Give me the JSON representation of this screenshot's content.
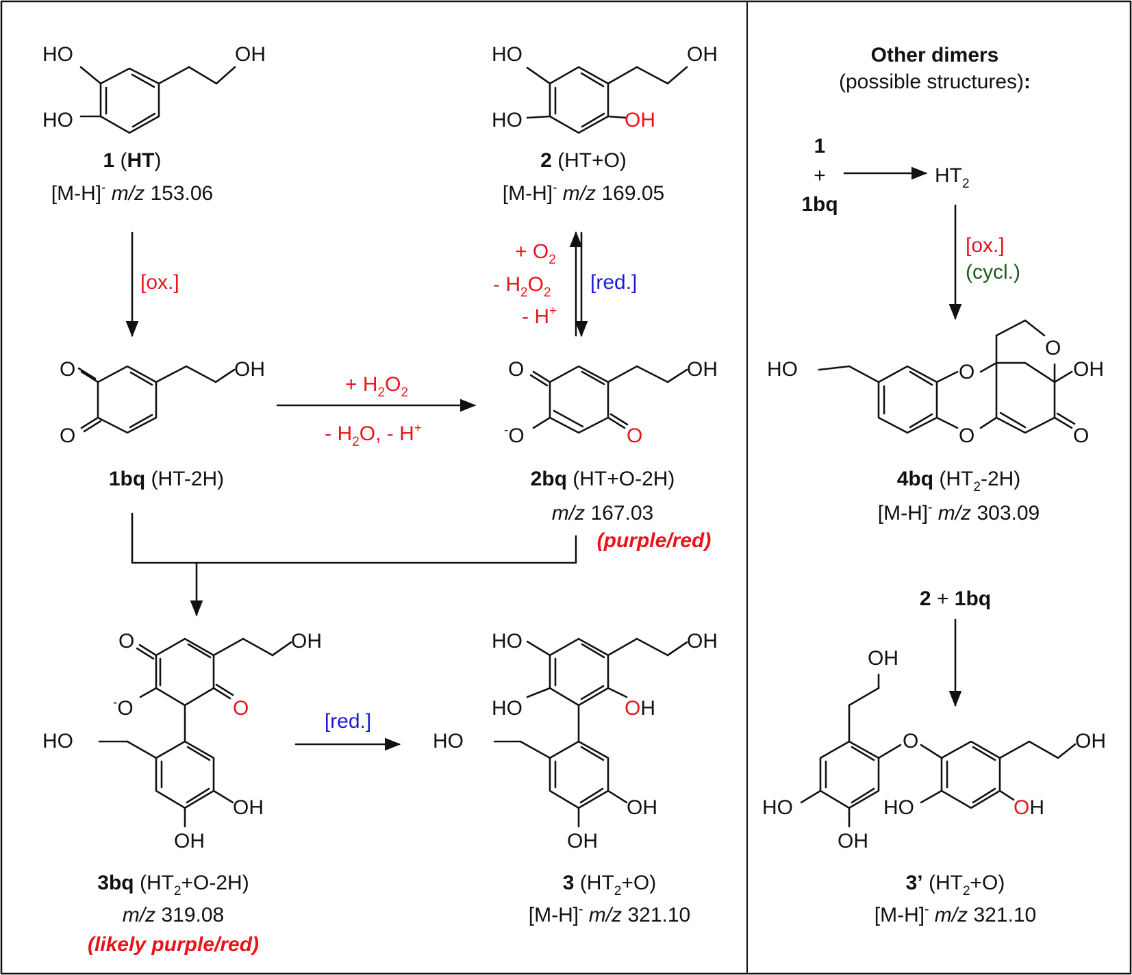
{
  "panel_right": {
    "heading": "Other dimers",
    "subheading": "(possible structures)",
    "colon": ":"
  },
  "reagents": {
    "ox": "[ox.]",
    "red": "[red.]",
    "cycl": "(cycl.)",
    "plus": "+",
    "plus_o2": "+ O",
    "minus_h2o2": "- H",
    "minus_h": "- H",
    "plus_h2o2": "+ H",
    "minus_h2o": "- H",
    "h2o_tail": "O, - H",
    "sub2": "2",
    "sup_plus": "+",
    "sup_minus": "-"
  },
  "compounds": {
    "c1": {
      "id": "1",
      "name": "HT",
      "ion": "[M-H]",
      "mz_label": "m/z",
      "mz": "153.06"
    },
    "c2": {
      "id": "2",
      "name": "(HT+O)",
      "ion": "[M-H]",
      "mz_label": "m/z",
      "mz": "169.05"
    },
    "c1bq": {
      "id": "1bq",
      "name": "(HT-2H)"
    },
    "c2bq": {
      "id": "2bq",
      "name": "(HT+O-2H)",
      "mz_label": "m/z",
      "mz": "167.03",
      "color_note": "(purple/red)"
    },
    "c3bq": {
      "id": "3bq",
      "name_pre": "(HT",
      "name_post": "+O-2H)",
      "mz_label": "m/z",
      "mz": "319.08",
      "color_note": "(likely purple/red)"
    },
    "c3": {
      "id": "3",
      "name_pre": "(HT",
      "name_post": "+O)",
      "ion": "[M-H]",
      "mz_label": "m/z",
      "mz": "321.10"
    },
    "c4bq": {
      "id": "4bq",
      "name_pre": "(HT",
      "name_post": "-2H)",
      "ion": "[M-H]",
      "mz_label": "m/z",
      "mz": "303.09"
    },
    "c3p": {
      "id": "3’",
      "name_pre": "(HT",
      "name_post": "+O)",
      "ion": "[M-H]",
      "mz_label": "m/z",
      "mz": "321.10"
    },
    "ht2": {
      "pre": "HT",
      "sub": "2"
    }
  },
  "atoms": {
    "ho": "HO",
    "oh": "OH",
    "o": "O",
    "o_minus": "O"
  },
  "colors": {
    "red": "#e8141a",
    "blue": "#1a1adc",
    "green": "#1e5a1e",
    "ink": "#111111"
  }
}
